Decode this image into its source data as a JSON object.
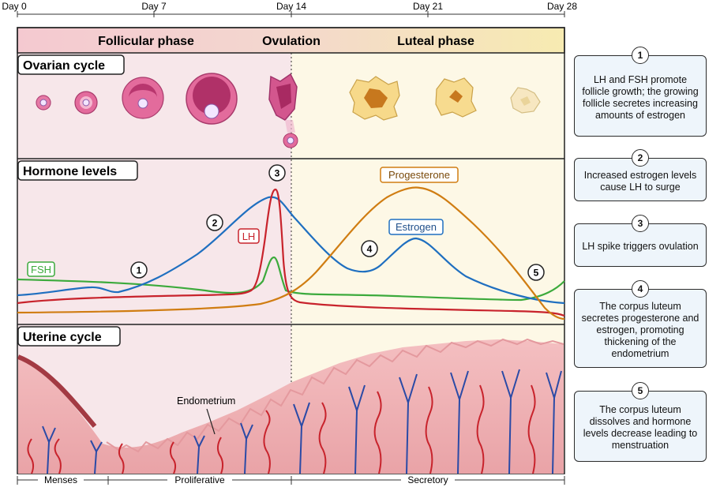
{
  "timeline": {
    "day_labels": [
      "Day 0",
      "Day 7",
      "Day 14",
      "Day 21",
      "Day 28"
    ],
    "bottom_labels": {
      "menses": "Menses",
      "proliferative": "Proliferative",
      "secretory": "Secretory"
    }
  },
  "phases": {
    "follicular": "Follicular phase",
    "ovulation": "Ovulation",
    "luteal": "Luteal phase"
  },
  "panels": {
    "ovarian": "Ovarian cycle",
    "hormone": "Hormone levels",
    "uterine": "Uterine cycle"
  },
  "hormones": {
    "fsh": "FSH",
    "lh": "LH",
    "estrogen": "Estrogen",
    "progesterone": "Progesterone"
  },
  "endometrium_label": "Endometrium",
  "markers": [
    "1",
    "2",
    "3",
    "4",
    "5"
  ],
  "callouts": [
    {
      "num": "1",
      "text": "LH and FSH promote follicle growth; the growing follicle secretes increasing amounts of estrogen"
    },
    {
      "num": "2",
      "text": "Increased estrogen levels cause LH to surge"
    },
    {
      "num": "3",
      "text": "LH spike triggers ovulation"
    },
    {
      "num": "4",
      "text": "The corpus luteum secretes progesterone and estrogen, promoting thickening of the endometrium"
    },
    {
      "num": "5",
      "text": "The corpus luteum dissolves and hormone levels decrease leading to menstruation"
    }
  ],
  "colors": {
    "fsh": "#3caa3c",
    "lh": "#c8232c",
    "estrogen": "#1f6fc0",
    "progesterone": "#d07d12",
    "follicular_bg": "#f7e6e9",
    "luteal_bg": "#fdf8e4",
    "tissue": "#f0b3b6",
    "artery": "#c8232c",
    "vein": "#2a4aa6"
  }
}
